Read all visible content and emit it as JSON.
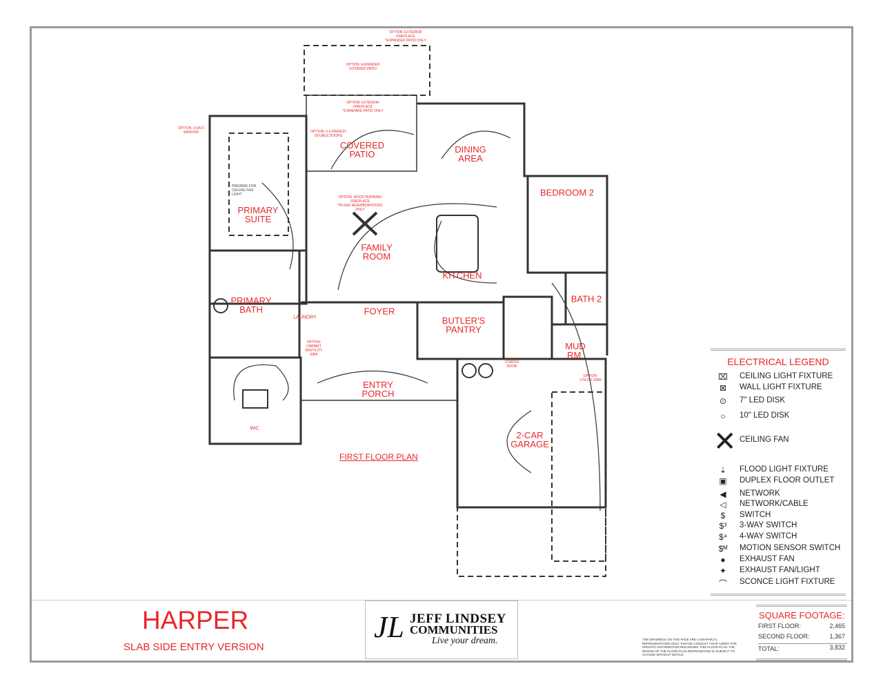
{
  "plan": {
    "title": "FIRST FLOOR PLAN",
    "rooms": [
      {
        "id": "covered-patio",
        "label": "COVERED\nPATIO"
      },
      {
        "id": "dining-area",
        "label": "DINING\nAREA"
      },
      {
        "id": "bedroom-2",
        "label": "BEDROOM 2"
      },
      {
        "id": "primary-suite",
        "label": "PRIMARY\nSUITE"
      },
      {
        "id": "family-room",
        "label": "FAMILY\nROOM"
      },
      {
        "id": "kitchen",
        "label": "KITCHEN"
      },
      {
        "id": "primary-bath",
        "label": "PRIMARY\nBATH"
      },
      {
        "id": "foyer",
        "label": "FOYER"
      },
      {
        "id": "butlers-pantry",
        "label": "BUTLER'S\nPANTRY"
      },
      {
        "id": "bath-2",
        "label": "BATH 2"
      },
      {
        "id": "mud-room",
        "label": "MUD\nRM."
      },
      {
        "id": "entry-porch",
        "label": "ENTRY\nPORCH"
      },
      {
        "id": "garage",
        "label": "2-CAR\nGARAGE"
      },
      {
        "id": "wic",
        "label": "WIC"
      },
      {
        "id": "laundry",
        "label": "LAUNDRY"
      }
    ],
    "notes": [
      {
        "id": "opt-ext-fireplace-expanded",
        "text": "OPTION: EXTERIOR\nFIREPLACE\n*EXPANDED PATIO ONLY"
      },
      {
        "id": "opt-expanded-patio",
        "text": "OPTION: EXPANDED\nCOVERED PATIO"
      },
      {
        "id": "opt-ext-fireplace-standard",
        "text": "OPTION: EXTERIOR\nFIREPLACE\n*STANDARD PATIO ONLY"
      },
      {
        "id": "opt-window",
        "text": "OPTION: 3-0/6-0\nWINDOW"
      },
      {
        "id": "opt-french-doors",
        "text": "OPTION: 6-0 FRENCH\nDOUBLE DOORS"
      },
      {
        "id": "opt-wood-fireplace",
        "text": "OPTION: WOOD BURNING\nFIREPLACE\n*IN GAS NEIGHBORHOODS\nONLY"
      },
      {
        "id": "opt-cabinet-sink",
        "text": "OPTION:\nCABINET\nW/UTILITY\nSINK"
      },
      {
        "id": "opt-utility-sink",
        "text": "OPTION:\nUTILITY SINK"
      },
      {
        "id": "coated-door",
        "text": "COATED\nDOOR"
      }
    ],
    "gray_notes": [
      {
        "id": "prewire-note",
        "text": "PREWIRE FOR\nCEILING FAN\nLIGHT"
      }
    ]
  },
  "legend": {
    "title": "ELECTRICAL LEGEND",
    "items": [
      {
        "icon": "ceiling-light-icon",
        "glyph": "⌧",
        "label": "CEILING LIGHT FIXTURE"
      },
      {
        "icon": "wall-light-icon",
        "glyph": "⊠",
        "label": "WALL LIGHT FIXTURE"
      },
      {
        "icon": "led-disk-7-icon",
        "glyph": "⊙",
        "label": "7\" LED DISK"
      },
      {
        "icon": "led-disk-10-icon",
        "glyph": "○",
        "label": "10\" LED DISK"
      },
      {
        "icon": "ceiling-fan-icon",
        "glyph": "✕",
        "label": "CEILING FAN"
      },
      {
        "icon": "flood-light-icon",
        "glyph": "⇣",
        "label": "FLOOD LIGHT FIXTURE"
      },
      {
        "icon": "duplex-floor-outlet-icon",
        "glyph": "▣",
        "label": "DUPLEX FLOOR OUTLET"
      },
      {
        "icon": "network-icon",
        "glyph": "◀",
        "label": "NETWORK"
      },
      {
        "icon": "network-cable-icon",
        "glyph": "◁",
        "label": "NETWORK/CABLE"
      },
      {
        "icon": "switch-icon",
        "glyph": "$",
        "label": "SWITCH"
      },
      {
        "icon": "three-way-switch-icon",
        "glyph": "$³",
        "label": "3-WAY SWITCH"
      },
      {
        "icon": "four-way-switch-icon",
        "glyph": "$⁴",
        "label": "4-WAY SWITCH"
      },
      {
        "icon": "motion-switch-icon",
        "glyph": "$ᴹ",
        "label": "MOTION SENSOR SWITCH"
      },
      {
        "icon": "exhaust-fan-icon",
        "glyph": "●",
        "label": "EXHAUST FAN"
      },
      {
        "icon": "exhaust-fan-light-icon",
        "glyph": "✦",
        "label": "EXHAUST FAN/LIGHT"
      },
      {
        "icon": "sconce-icon",
        "glyph": "⌒",
        "label": "SCONCE LIGHT FIXTURE"
      }
    ]
  },
  "footer": {
    "model_name": "HARPER",
    "version": "SLAB SIDE ENTRY VERSION",
    "logo": {
      "line1": "JEFF LINDSEY",
      "line2": "COMMUNITIES",
      "tagline": "Live your dream."
    },
    "disclaimer": "THE DRAWINGS ON THIS PAGE ARE A GRAPHICAL REPRESENTATION ONLY. PLEASE CONSULT YOUR AGENT FOR SPECIFIC INFORMATION REGARDING THIS FLOOR PLAN. THE DESIGN OF THE FLOOR PLAN REPRESENTED IS SUBJECT TO CHANGE WITHOUT NOTICE.",
    "square_footage": {
      "title": "SQUARE FOOTAGE:",
      "rows": [
        {
          "label": "FIRST FLOOR:",
          "value": "2,465"
        },
        {
          "label": "SECOND FLOOR:",
          "value": "1,367"
        },
        {
          "label": "TOTAL:",
          "value": "3,832"
        }
      ]
    }
  },
  "colors": {
    "accent": "#e8262a",
    "walls": "#333333",
    "frame": "#9a9a9a"
  }
}
